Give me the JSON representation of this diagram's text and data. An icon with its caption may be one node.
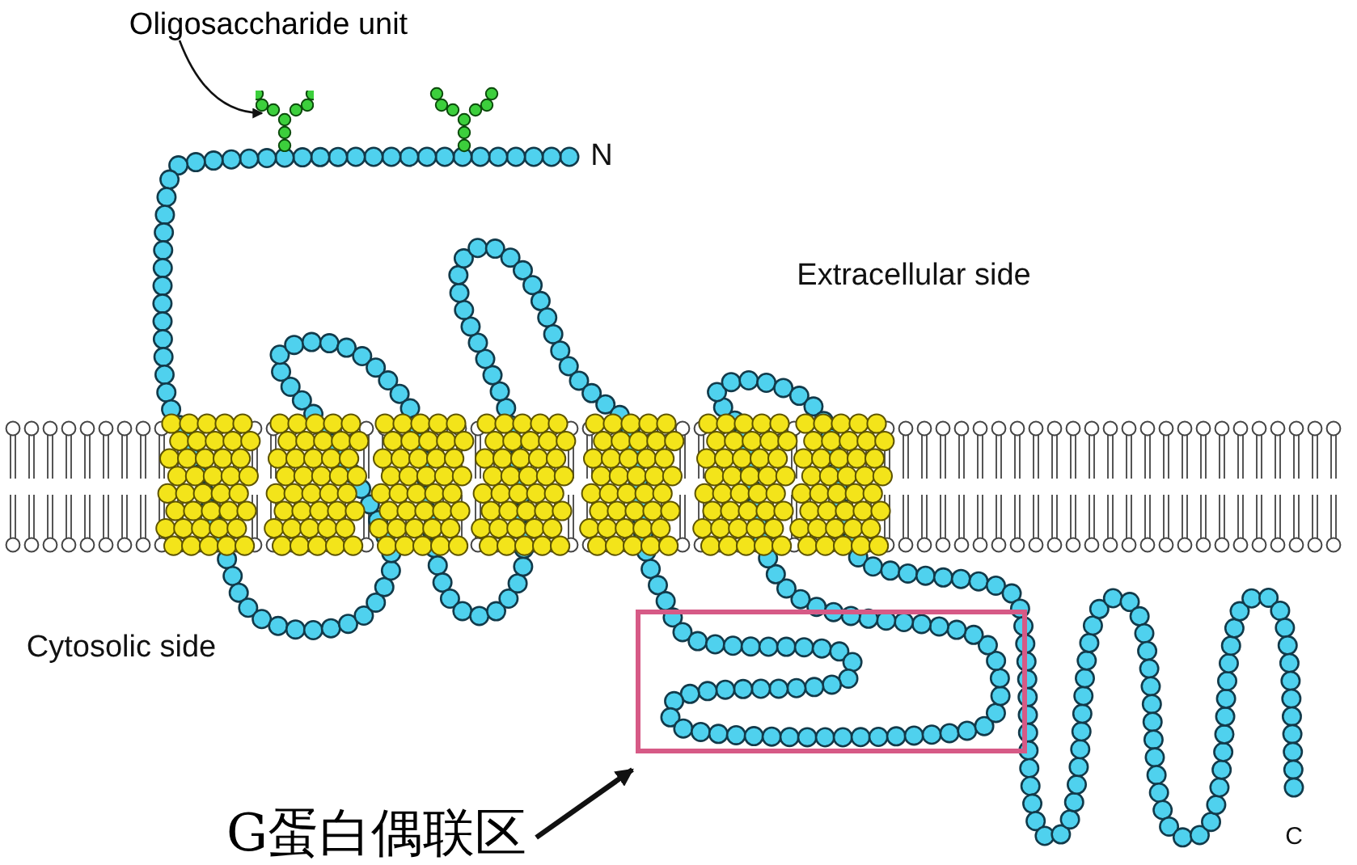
{
  "diagram": {
    "nodes": [
      {
        "text": [
          "Oligosaccharide unit"
        ]
      },
      {
        "text": [],
        "shape": "picture"
      },
      {
        "text": [
          "G蛋白偶联区"
        ]
      },
      {
        "text": [],
        "shape": "box"
      }
    ],
    "edges": [
      {
        "from": 0,
        "to": 1,
        "arrow": "to"
      },
      {
        "from": 2,
        "to": 3,
        "arrow": "to",
        "style": "thick"
      }
    ],
    "labels": [
      "N",
      "Extracellular side",
      "Cytosolic side",
      "C"
    ]
  }
}
